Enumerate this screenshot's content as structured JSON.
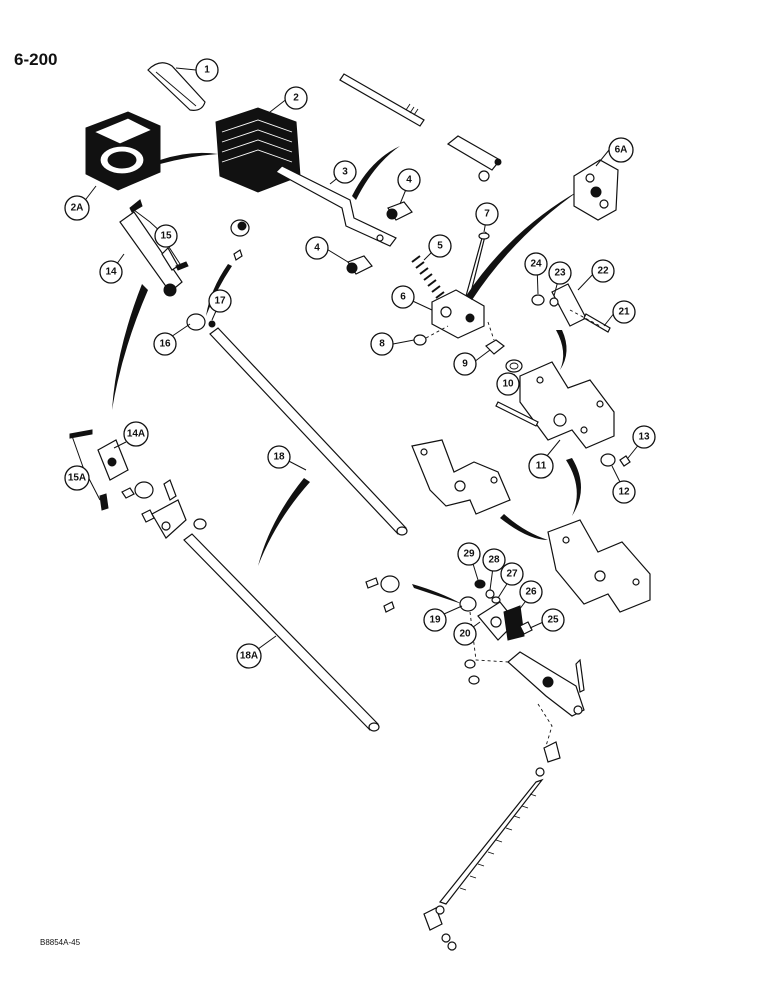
{
  "page": {
    "number": "6-200",
    "reference": "B8854A-45"
  },
  "callouts": {
    "c1": "1",
    "c2": "2",
    "c2a": "2A",
    "c3": "3",
    "c4a": "4",
    "c4b": "4",
    "c5": "5",
    "c6": "6",
    "c6a": "6A",
    "c7": "7",
    "c8": "8",
    "c9": "9",
    "c10": "10",
    "c11": "11",
    "c12": "12",
    "c13": "13",
    "c14": "14",
    "c14a": "14A",
    "c15": "15",
    "c15a": "15A",
    "c16": "16",
    "c17": "17",
    "c18": "18",
    "c18a": "18A",
    "c19": "19",
    "c20": "20",
    "c21": "21",
    "c22": "22",
    "c23": "23",
    "c24": "24",
    "c25": "25",
    "c26": "26",
    "c27": "27",
    "c28": "28",
    "c29": "29"
  }
}
